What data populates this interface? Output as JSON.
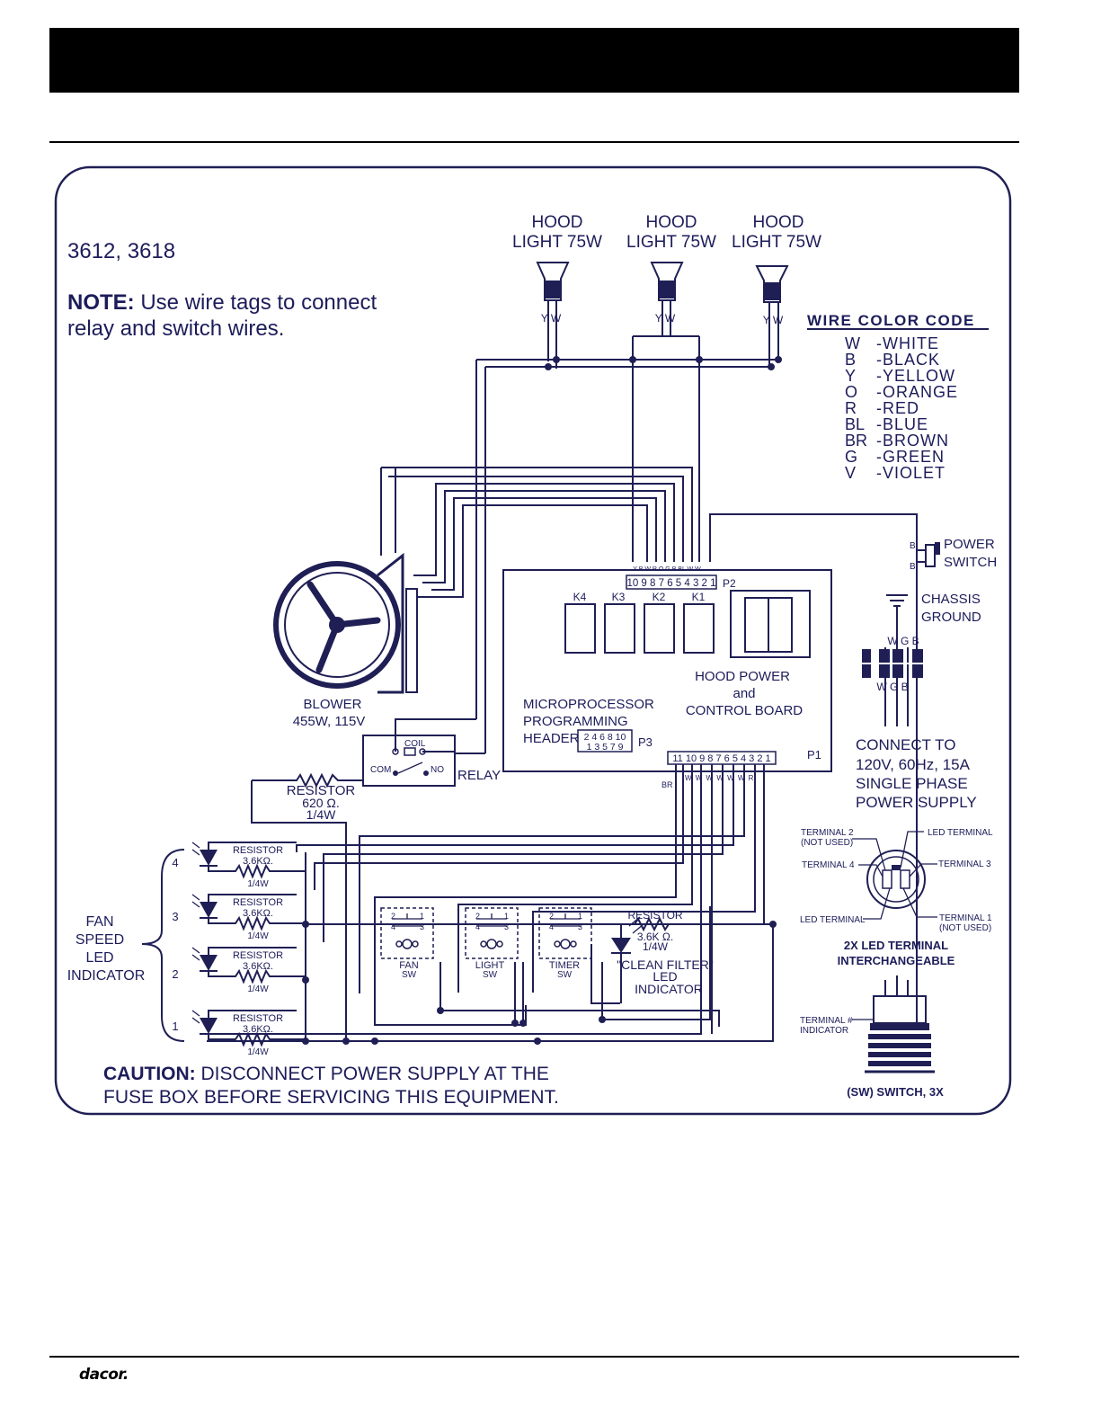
{
  "header": {
    "title": ""
  },
  "diagram": {
    "models": "3612, 3618",
    "note_bold": "NOTE:",
    "note_line1": " Use wire tags to connect",
    "note_line2": "relay and switch wires.",
    "lights": [
      {
        "line1": "HOOD",
        "line2": "LIGHT  75W",
        "wires": "Y W"
      },
      {
        "line1": "HOOD",
        "line2": "LIGHT  75W",
        "wires": "Y W"
      },
      {
        "line1": "HOOD",
        "line2": "LIGHT 75W",
        "wires": "Y W"
      }
    ],
    "wire_color_code": {
      "title": "WIRE COLOR CODE",
      "entries": [
        {
          "code": "W",
          "name": "-WHITE"
        },
        {
          "code": "B",
          "name": "-BLACK"
        },
        {
          "code": "Y",
          "name": "-YELLOW"
        },
        {
          "code": "O",
          "name": "-ORANGE"
        },
        {
          "code": "R",
          "name": "-RED"
        },
        {
          "code": "BL",
          "name": "-BLUE"
        },
        {
          "code": "BR",
          "name": "-BROWN"
        },
        {
          "code": "G",
          "name": "-GREEN"
        },
        {
          "code": "V",
          "name": "-VIOLET"
        }
      ]
    },
    "power_switch": {
      "line1": "POWER",
      "line2": "SWITCH"
    },
    "chassis_ground": {
      "line1": "CHASSIS",
      "line2": "GROUND"
    },
    "blower": {
      "line1": "BLOWER",
      "line2": "455W,   115V"
    },
    "board": {
      "p2_pins": "10 9 8 7 6 5 4 3 2 1",
      "p2_label": "P2",
      "p2_wire_tags": "Y B W R O G B  BL W W",
      "relays": [
        "K4",
        "K3",
        "K2",
        "K1"
      ],
      "title_line1": "HOOD POWER",
      "title_line2": "and",
      "title_line3": "CONTROL BOARD",
      "header_line1": "MICROPROCESSOR",
      "header_line2": "PROGRAMMING",
      "header_line3": "HEADER",
      "p3_top": "2 4 6 8 10",
      "p3_bottom": "1 3 5 7 9",
      "p3_label": "P3",
      "p1_pins": "11 10 9 8 7 6 5 4 3 2 1",
      "p1_label": "P1"
    },
    "relay": {
      "coil": "COIL",
      "com": "COM",
      "no": "NO",
      "label": "RELAY"
    },
    "resistor_main": {
      "line1": "RESISTOR",
      "line2": "620 Ω.",
      "line3": "1/4W"
    },
    "connectors": {
      "top_tags": "W G B",
      "bottom_tags": "W G B"
    },
    "supply": {
      "line1": "CONNECT TO",
      "line2": "120V, 60Hz, 15A",
      "line3": "SINGLE PHASE",
      "line4": "POWER SUPPLY"
    },
    "fan_speed": {
      "line1": "FAN",
      "line2": "SPEED",
      "line3": "LED",
      "line4": "INDICATOR",
      "levels": [
        "4",
        "3",
        "2",
        "1"
      ]
    },
    "led_resistor": {
      "line1": "RESISTOR",
      "line2": "3.6KΩ.",
      "line3": "1/4W"
    },
    "switches": [
      {
        "line1": "FAN",
        "line2": "SW"
      },
      {
        "line1": "LIGHT",
        "line2": "SW"
      },
      {
        "line1": "TIMER",
        "line2": "SW"
      }
    ],
    "clean_filter": {
      "res_line1": "RESISTOR",
      "res_line2": "3.6K Ω.",
      "res_line3": "1/4W",
      "line1": "\"CLEAN FILTER\"",
      "line2": "LED",
      "line3": "INDICATOR"
    },
    "terminal_detail": {
      "t2a": "TERMINAL 2",
      "t2b": "(NOT USED)",
      "led_top": "LED TERMINAL",
      "t4": "TERMINAL 4",
      "t3": "TERMINAL 3",
      "led_bottom": "LED TERMINAL",
      "t1a": "TERMINAL 1",
      "t1b": "(NOT USED)",
      "caption1": "2X LED TERMINAL",
      "caption2": "INTERCHANGEABLE"
    },
    "switch_detail": {
      "ind1": "TERMINAL #",
      "ind2": "INDICATOR",
      "caption": "(SW) SWITCH, 3X"
    },
    "caution": {
      "bold": "CAUTION:",
      "line1": " DISCONNECT POWER SUPPLY AT THE",
      "line2": "FUSE BOX BEFORE SERVICING THIS EQUIPMENT."
    }
  },
  "footer": {
    "brand": "dacor."
  }
}
